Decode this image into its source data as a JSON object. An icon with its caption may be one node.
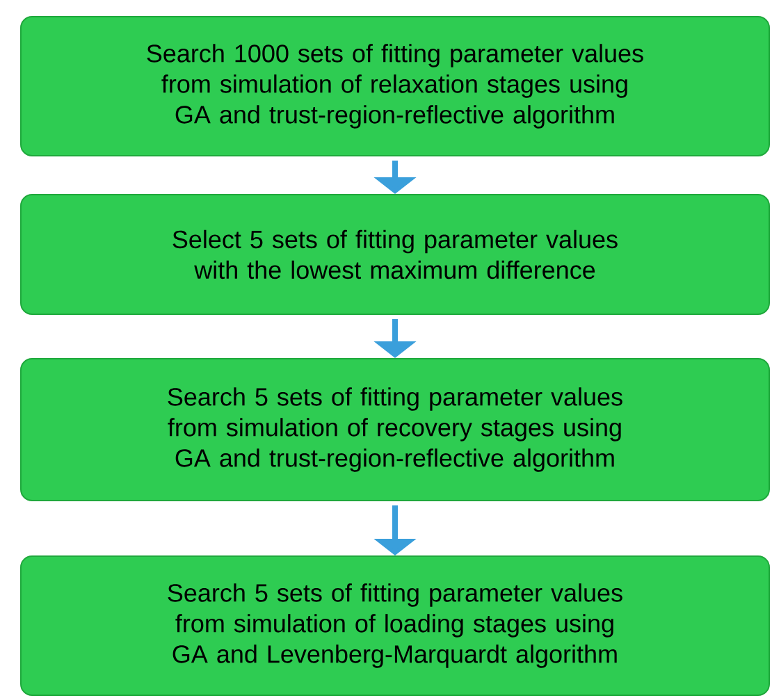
{
  "diagram": {
    "nodes": [
      {
        "text": [
          "Search 1000 sets of fitting parameter values from simulation of relaxation stages using GA and trust-region-reflective algorithm"
        ]
      },
      {
        "text": [
          "Select 5 sets of fitting parameter values with the lowest maximum difference"
        ]
      },
      {
        "text": [
          "Search 5 sets of fitting parameter values from simulation of recovery stages using GA and trust-region-reflective algorithm"
        ]
      },
      {
        "text": [
          "Search 5 sets of fitting parameter values from simulation of loading stages using GA and Levenberg-Marquardt algorithm"
        ]
      }
    ],
    "edges": [
      {
        "from": 0,
        "to": 1,
        "arrow": "to"
      },
      {
        "from": 1,
        "to": 2,
        "arrow": "to"
      },
      {
        "from": 2,
        "to": 3,
        "arrow": "to"
      }
    ]
  }
}
